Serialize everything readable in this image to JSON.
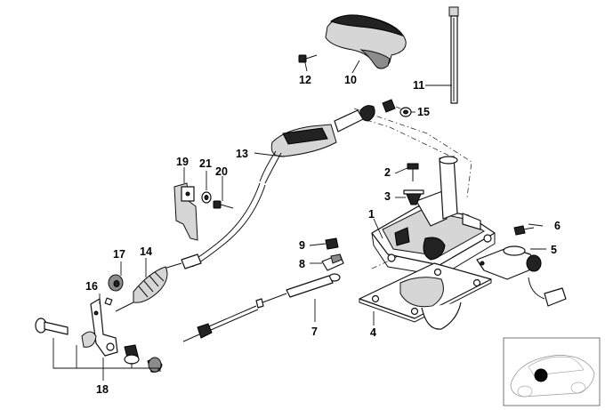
{
  "diagram": {
    "callouts": [
      {
        "id": "p1",
        "label": "1"
      },
      {
        "id": "p2",
        "label": "2"
      },
      {
        "id": "p3",
        "label": "3"
      },
      {
        "id": "p4",
        "label": "4"
      },
      {
        "id": "p5",
        "label": "5"
      },
      {
        "id": "p6",
        "label": "6"
      },
      {
        "id": "p7",
        "label": "7"
      },
      {
        "id": "p8",
        "label": "8"
      },
      {
        "id": "p9",
        "label": "9"
      },
      {
        "id": "p10",
        "label": "10"
      },
      {
        "id": "p11",
        "label": "11"
      },
      {
        "id": "p12",
        "label": "12"
      },
      {
        "id": "p13",
        "label": "13"
      },
      {
        "id": "p14",
        "label": "14"
      },
      {
        "id": "p15",
        "label": "15"
      },
      {
        "id": "p16",
        "label": "16"
      },
      {
        "id": "p17",
        "label": "17"
      },
      {
        "id": "p18",
        "label": "18"
      },
      {
        "id": "p19",
        "label": "19"
      },
      {
        "id": "p20",
        "label": "20"
      },
      {
        "id": "p21",
        "label": "21"
      }
    ]
  },
  "colors": {
    "ink": "#111111",
    "fill_dark": "#222222",
    "fill_mid": "#8c8c8c",
    "fill_light": "#d6d6d6",
    "background": "#ffffff"
  }
}
